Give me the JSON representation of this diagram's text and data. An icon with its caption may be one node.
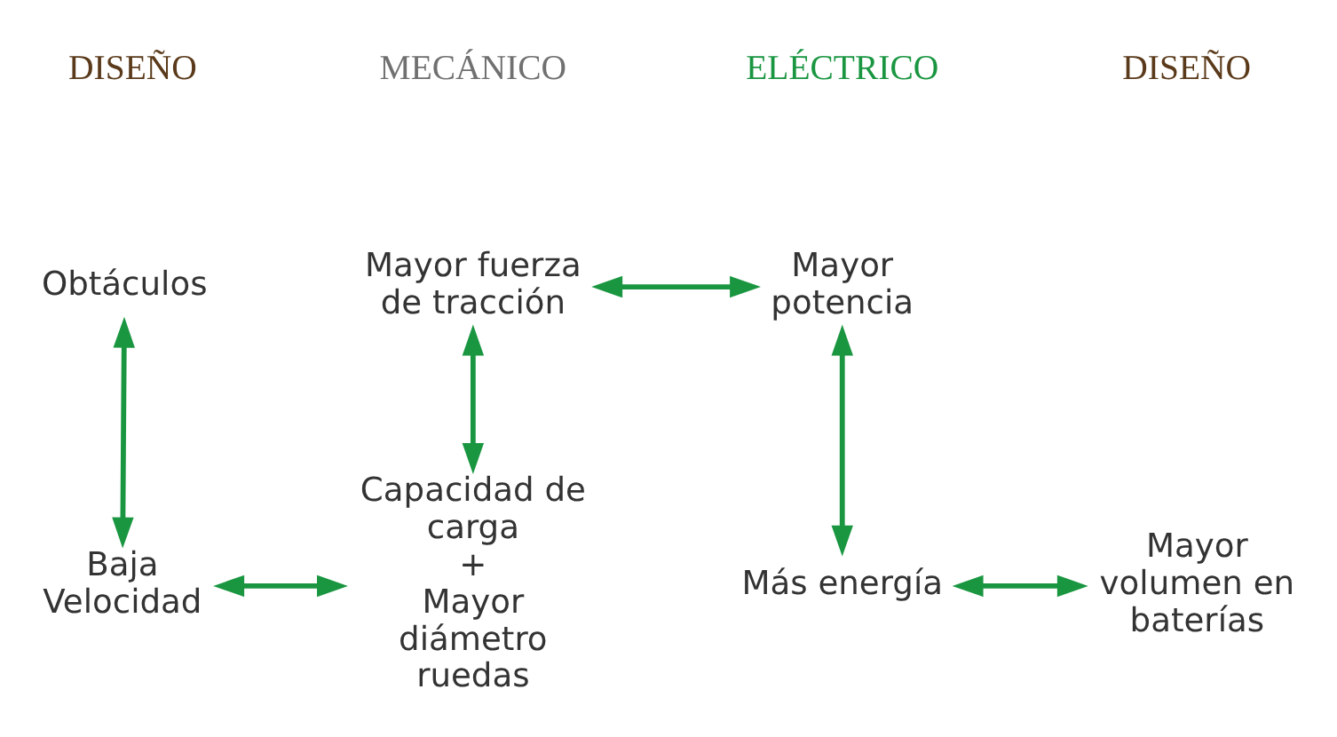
{
  "diagram": {
    "nodes": [
      {
        "text": [
          "Obtáculos"
        ]
      },
      {
        "text": [
          "Baja Velocidad"
        ]
      },
      {
        "text": [
          "Mayor fuerza de tracción"
        ]
      },
      {
        "text": [
          "Capacidad de carga",
          "+",
          "Mayor diámetro ruedas"
        ]
      },
      {
        "text": [
          "Mayor potencia"
        ]
      },
      {
        "text": [
          "Más energía"
        ]
      },
      {
        "text": [
          "Mayor volumen en baterías"
        ]
      }
    ],
    "edges": [
      {
        "from": 0,
        "to": 1,
        "arrow": "both"
      },
      {
        "from": 2,
        "to": 4,
        "arrow": "both"
      },
      {
        "from": 2,
        "to": 3,
        "arrow": "both"
      },
      {
        "from": 4,
        "to": 5,
        "arrow": "both"
      },
      {
        "from": 1,
        "to": 3,
        "arrow": "both"
      },
      {
        "from": 5,
        "to": 6,
        "arrow": "both"
      }
    ],
    "labels": [
      "DISEÑO",
      "MECÁNICO",
      "ELÉCTRICO",
      "DISEÑO"
    ]
  }
}
